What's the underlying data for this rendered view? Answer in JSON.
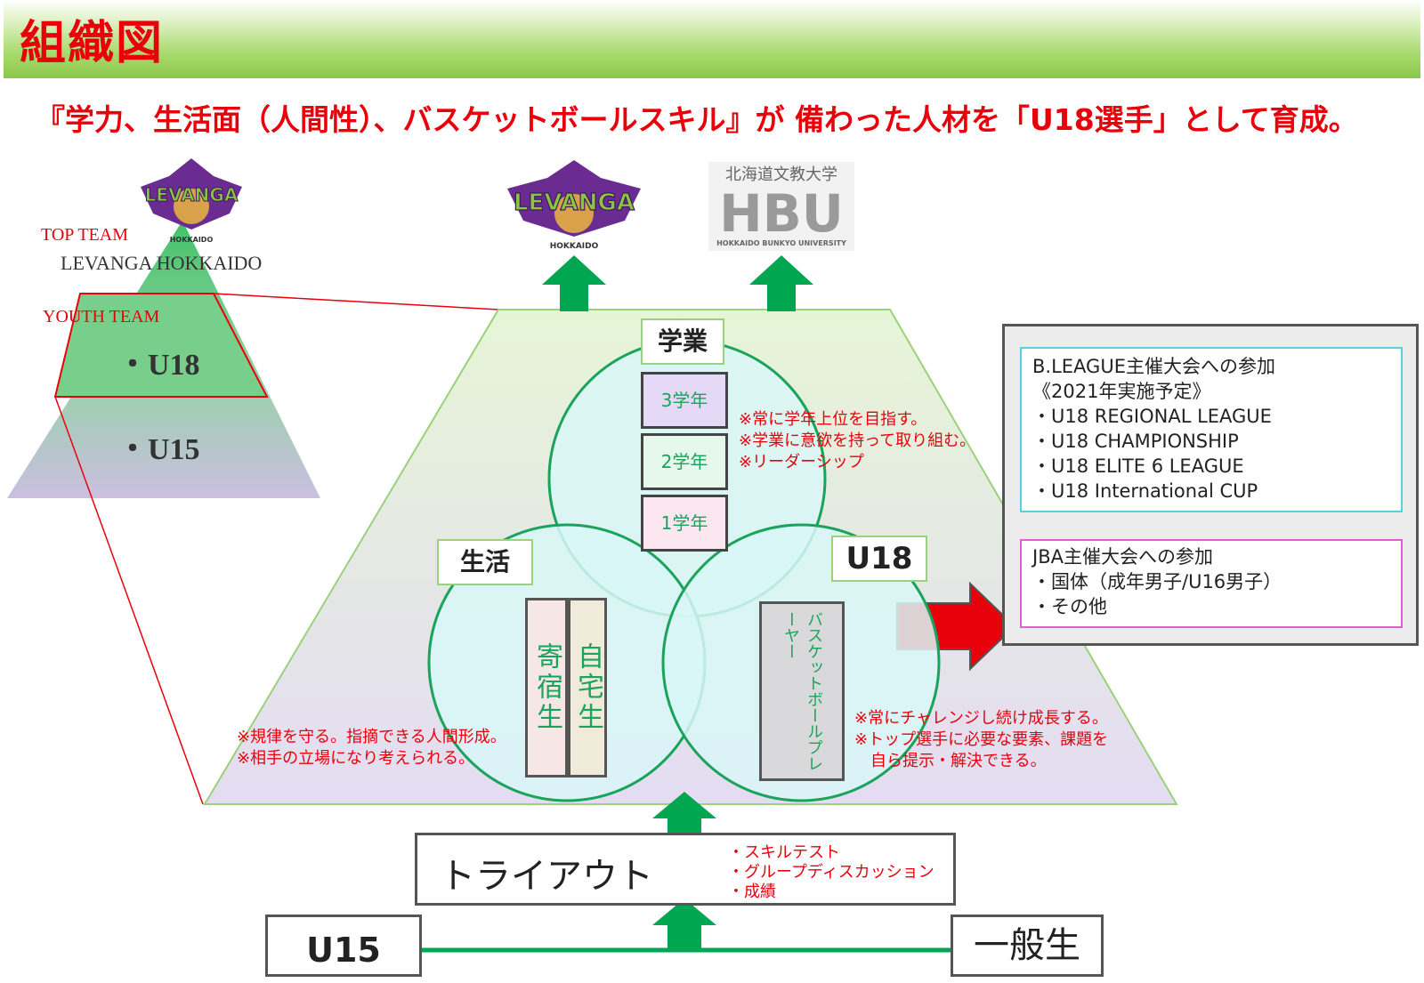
{
  "header": {
    "title": "組織図",
    "subtitle": "『学力、生活面（人間性）、バスケットボールスキル』が 備わった人材を「U18選手」として育成。"
  },
  "colors": {
    "accent_red": "#e8000b",
    "green": "#00a650",
    "circle_stroke": "#1aa35a",
    "circle_fill": "#d9f7f7",
    "logo_purple": "#6a2c91",
    "logo_green": "#8cc63f"
  },
  "pyramid": {
    "top_team_label": "TOP TEAM",
    "levanga_name": "LEVANGA HOKKAIDO",
    "youth_team_label": "YOUTH TEAM",
    "u18": "・U18",
    "u15": "・U15"
  },
  "logos": {
    "levanga_text": "LEVANGA",
    "levanga_sub": "HOKKAIDO",
    "hbu_jp": "北海道文教大学",
    "hbu_big": "HBU",
    "hbu_en": "HOKKAIDO BUNKYO UNIVERSITY"
  },
  "venn": {
    "gakugyo": "学業",
    "seikatsu": "生活",
    "u18": "U18",
    "grade3": "3学年",
    "grade2": "2学年",
    "grade1": "1学年",
    "kishukusei": "寄宿生",
    "jitakusei": "自宅生",
    "player": "バスケットボールプレーヤー"
  },
  "notes": {
    "study": [
      "※常に学年上位を目指す。",
      "※学業に意欲を持って取り組む。",
      "※リーダーシップ"
    ],
    "life": [
      "※規律を守る。指摘できる人間形成。",
      "※相手の立場になり考えられる。"
    ],
    "basket": [
      "※常にチャレンジし続け成長する。",
      "※トップ選手に必要な要素、課題を",
      "　自ら提示・解決できる。"
    ]
  },
  "competitions": {
    "bleague": [
      "B.LEAGUE主催大会への参加",
      "《2021年実施予定》",
      "・U18 REGIONAL LEAGUE",
      "・U18 CHAMPIONSHIP",
      "・U18 ELITE 6 LEAGUE",
      "・U18 International CUP"
    ],
    "jba": [
      "JBA主催大会への参加",
      "・国体（成年男子/U16男子）",
      "・その他"
    ]
  },
  "tryout": {
    "label": "トライアウト",
    "items": [
      "・スキルテスト",
      "・グループディスカッション",
      "・成績"
    ]
  },
  "bottom": {
    "u15": "U15",
    "general": "一般生"
  }
}
